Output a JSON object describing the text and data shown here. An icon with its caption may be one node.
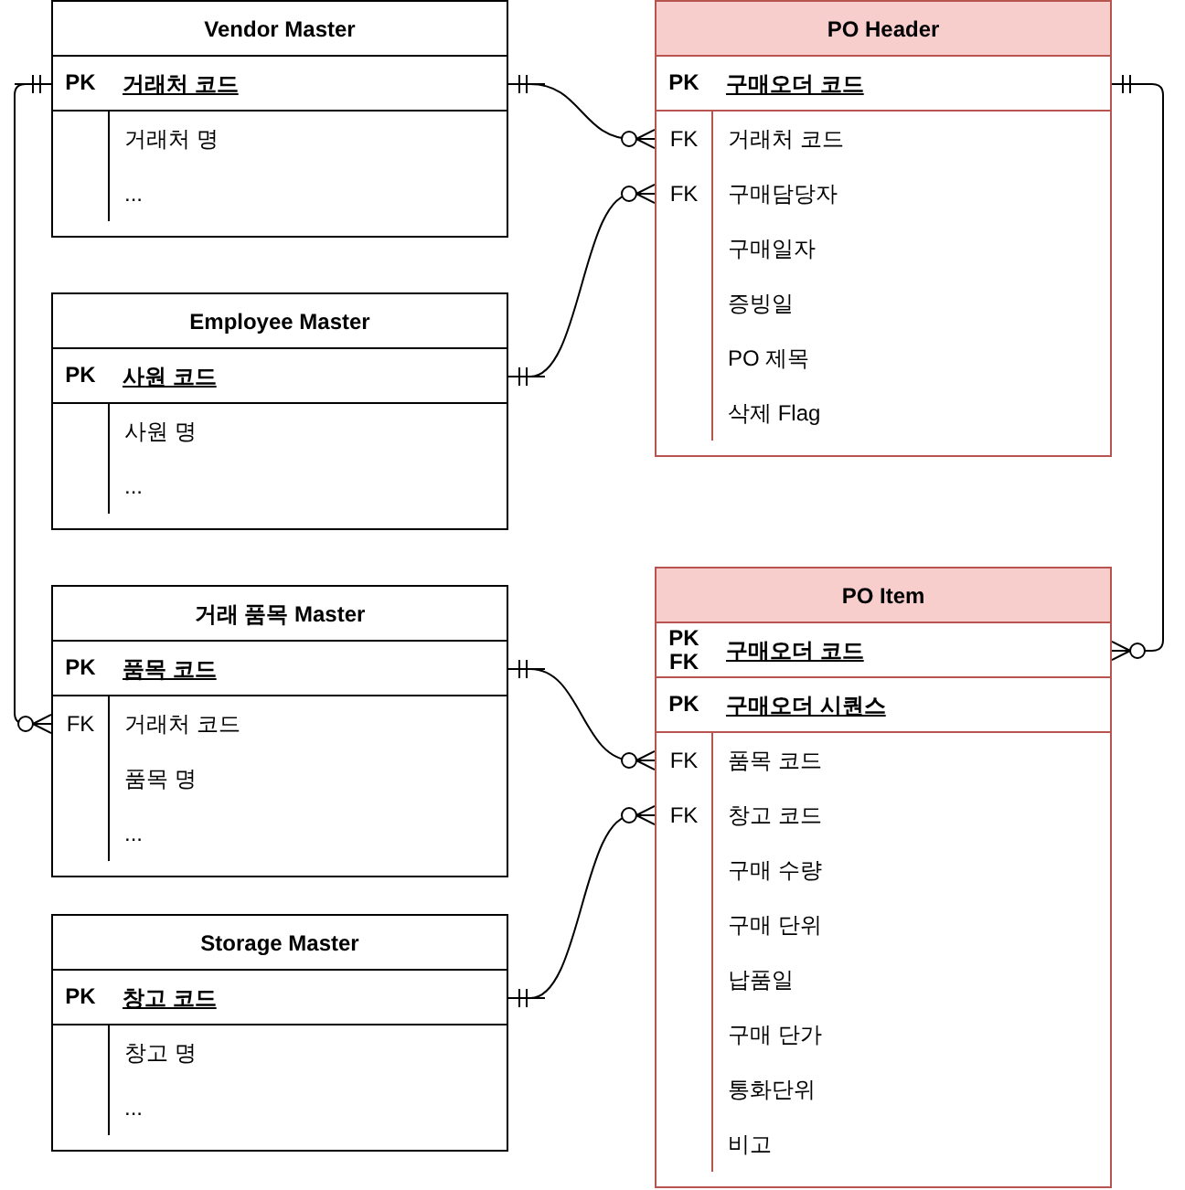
{
  "diagram": {
    "nodes": [
      {
        "text": [
          "Vendor Master"
        ]
      },
      {
        "text": [
          "PK",
          "거래처 코드"
        ],
        "in": 0
      },
      {
        "text": [
          "거래처 명"
        ],
        "in": 0
      },
      {
        "text": [
          "..."
        ],
        "in": 0
      },
      {
        "text": [
          "Employee Master"
        ]
      },
      {
        "text": [
          "PK",
          "사원 코드"
        ],
        "in": 4
      },
      {
        "text": [
          "사원 명"
        ],
        "in": 4
      },
      {
        "text": [
          "..."
        ],
        "in": 4
      },
      {
        "text": [
          "거래 품목 Master"
        ]
      },
      {
        "text": [
          "PK",
          "품목 코드"
        ],
        "in": 8
      },
      {
        "text": [
          "FK",
          "거래처 코드"
        ],
        "in": 8
      },
      {
        "text": [
          "품목 명"
        ],
        "in": 8
      },
      {
        "text": [
          "..."
        ],
        "in": 8
      },
      {
        "text": [
          "Storage Master"
        ]
      },
      {
        "text": [
          "PK",
          "창고 코드"
        ],
        "in": 13
      },
      {
        "text": [
          "창고 명"
        ],
        "in": 13
      },
      {
        "text": [
          "..."
        ],
        "in": 13
      },
      {
        "text": [
          "PO Header"
        ]
      },
      {
        "text": [
          "PK",
          "구매오더 코드"
        ],
        "in": 17
      },
      {
        "text": [
          "FK",
          "거래처 코드"
        ],
        "in": 17
      },
      {
        "text": [
          "FK",
          "구매담당자"
        ],
        "in": 17
      },
      {
        "text": [
          "구매일자"
        ],
        "in": 17
      },
      {
        "text": [
          "증빙일"
        ],
        "in": 17
      },
      {
        "text": [
          "PO 제목"
        ],
        "in": 17
      },
      {
        "text": [
          "삭제 Flag"
        ],
        "in": 17
      },
      {
        "text": [
          "PO Item"
        ]
      },
      {
        "text": [
          "PK FK",
          "구매오더 코드"
        ],
        "in": 25
      },
      {
        "text": [
          "PK",
          "구매오더 시퀀스"
        ],
        "in": 25
      },
      {
        "text": [
          "FK",
          "품목 코드"
        ],
        "in": 25
      },
      {
        "text": [
          "FK",
          "창고 코드"
        ],
        "in": 25
      },
      {
        "text": [
          "구매 수량"
        ],
        "in": 25
      },
      {
        "text": [
          "구매 단위"
        ],
        "in": 25
      },
      {
        "text": [
          "납품일"
        ],
        "in": 25
      },
      {
        "text": [
          "구매 단가"
        ],
        "in": 25
      },
      {
        "text": [
          "통화단위"
        ],
        "in": 25
      },
      {
        "text": [
          "비고"
        ],
        "in": 25
      }
    ],
    "edges": [
      {
        "from": 1,
        "to": 19,
        "arrow": "other"
      },
      {
        "from": 5,
        "to": 20,
        "arrow": "other"
      },
      {
        "from": 18,
        "to": 26,
        "arrow": "other"
      },
      {
        "from": 1,
        "to": 10,
        "arrow": "other"
      },
      {
        "from": 9,
        "to": 28,
        "arrow": "other"
      },
      {
        "from": 14,
        "to": 29,
        "arrow": "other"
      }
    ]
  }
}
